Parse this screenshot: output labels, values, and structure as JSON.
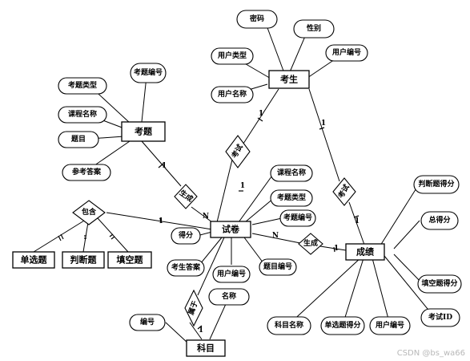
{
  "entities": {
    "student": "考生",
    "question": "考题",
    "paper": "试卷",
    "score": "成绩",
    "subject": "科目"
  },
  "relations": {
    "exam_student_paper": "考试",
    "exam_paper_score": "考试",
    "generate_question_paper": "生成",
    "generate_paper_score": "生成",
    "include": "包含",
    "belong": "属于"
  },
  "attributes": {
    "student": [
      "密码",
      "性别",
      "用户类型",
      "用户编号",
      "用户名称"
    ],
    "question": [
      "考题编号",
      "考题类型",
      "课程名称",
      "题目",
      "参考答案"
    ],
    "paper": [
      "课程名称",
      "考题类型",
      "考题编号",
      "得分",
      "考生答案",
      "用户编号",
      "题目编号"
    ],
    "score": [
      "判断题得分",
      "总得分",
      "填空题得分",
      "考试ID",
      "科目名称",
      "单选题得分",
      "用户编号"
    ],
    "subject": [
      "名称",
      "编号"
    ],
    "include_types": [
      "单选题",
      "判断题",
      "填空题"
    ]
  },
  "cardinality": {
    "one": "1",
    "many": "N"
  },
  "watermark": "CSDN @bs_wa66"
}
